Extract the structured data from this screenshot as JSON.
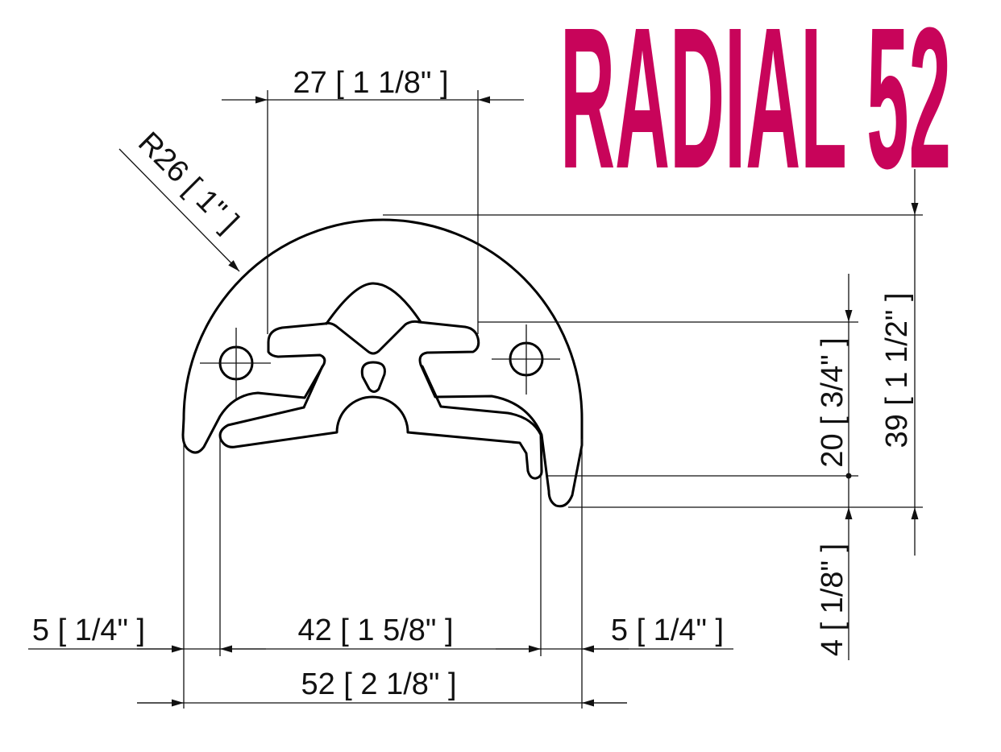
{
  "title": "RADIAL 52",
  "colors": {
    "title": "#c8045a",
    "lines": "#111111"
  },
  "dimensions": {
    "top_width": "27 [ 1 1/8\" ]",
    "radius": "R26 [ 1\" ]",
    "total_height": "39 [ 1 1/2\" ]",
    "upper_height": "20 [ 3/4\" ]",
    "lower_offset": "4 [ 1/8\" ]",
    "left_margin": "5 [ 1/4\" ]",
    "inner_width": "42 [ 1 5/8\" ]",
    "right_margin": "5 [ 1/4\" ]",
    "total_width": "52 [ 2 1/8\" ]"
  }
}
